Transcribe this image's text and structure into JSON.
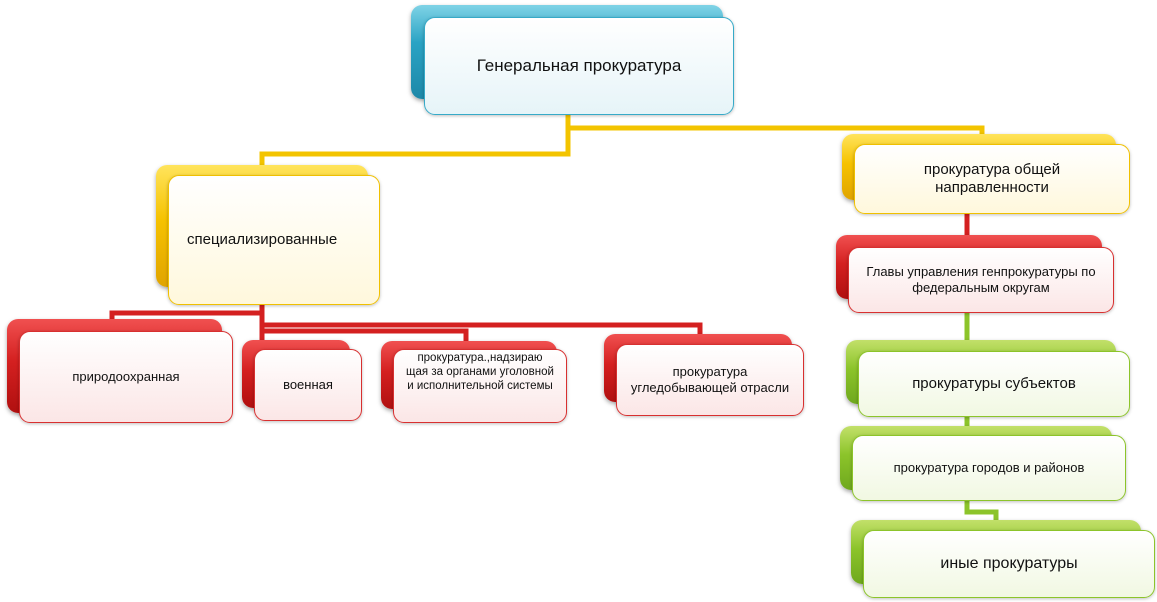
{
  "diagram": {
    "nodes": {
      "root": "Генеральная прокуратура",
      "specialized": "специализированные",
      "general": "прокуратура общей направленности",
      "heads": "Главы управления генпрокуратуры по федеральным округам",
      "subjects": "прокуратуры субъектов",
      "cities": "прокуратура городов и районов",
      "other": "иные прокуратуры",
      "environmental": "природоохранная",
      "military": "военная",
      "supervisory": "прокуратура.,надзираю щая за органами уголовной и исполнительной системы",
      "coal": "прокуратура угледобывающей отрасли"
    },
    "colors": {
      "teal": "#2aa3c4",
      "gold": "#f6c200",
      "red": "#d42020",
      "green": "#8cc42a"
    }
  }
}
